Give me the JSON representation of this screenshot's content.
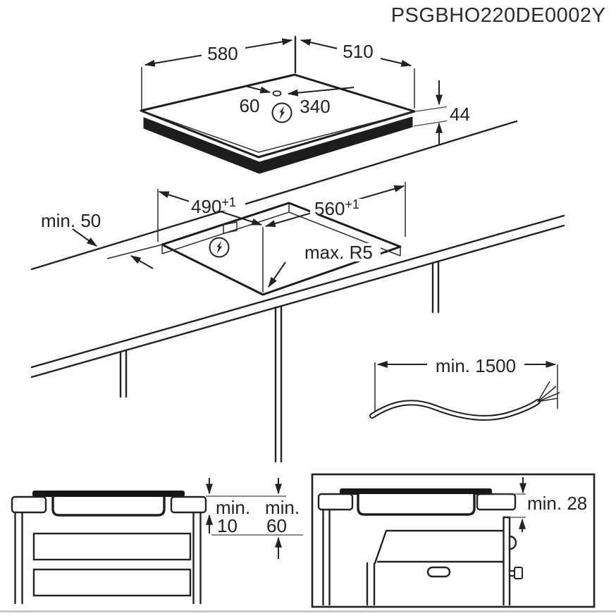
{
  "title": "PSGBHO220DE0002Y",
  "line_color": "#222222",
  "top_view": {
    "width": "580",
    "depth": "510",
    "hole_offset_left": "60",
    "hole_offset_right": "340",
    "height": "44",
    "power_icon": "power-symbol-icon"
  },
  "cutout_view": {
    "edge_clearance": "min. 50",
    "depth": "490",
    "depth_tolerance": "+1",
    "width": "560",
    "width_tolerance": "+1",
    "corner_radius": "max. R5",
    "power_icon": "power-symbol-icon"
  },
  "cable_view": {
    "length": "min. 1500"
  },
  "cabinet_view": {
    "hob_clearance_label": "min.",
    "hob_clearance_value": "10",
    "drawer_clearance_label": "min.",
    "drawer_clearance_value": "60"
  },
  "oven_view": {
    "clearance": "min. 28"
  }
}
